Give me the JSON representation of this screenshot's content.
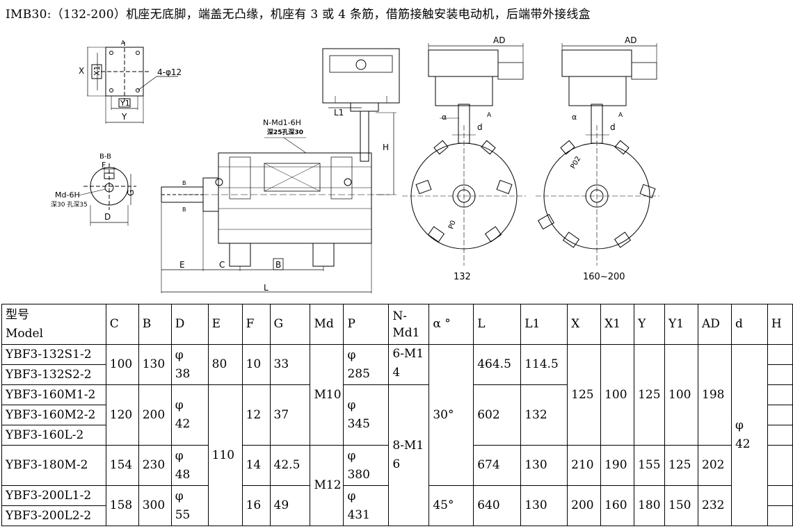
{
  "title": "IMB30:（132-200）机座无底脚，端盖无凸缘，机座有 3 或 4 条筋，借筋接触安装电动机，后端带外接线盒",
  "drawing": {
    "top_view_labels": {
      "a": "A",
      "x": "X",
      "x1": "X1",
      "y": "Y",
      "y1": "Y1",
      "holes": "4-φ12"
    },
    "section_labels": {
      "bb": "B-B",
      "f": "F",
      "g": "G",
      "d": "D",
      "md": "Md-6H",
      "depth": "深30 孔深35"
    },
    "side_labels": {
      "nmd": "N-Md1-6H",
      "depth": "深25孔深30",
      "l1": "L1",
      "h": "H",
      "e": "E",
      "c": "C",
      "b": "B",
      "l": "L",
      "b_mark": "B"
    },
    "end_labels": {
      "ad": "AD",
      "a_mark": "A",
      "alpha": "α",
      "d": "d",
      "p0": "P0",
      "p02": "P02"
    },
    "frame_132_label": "132",
    "frame_160_label": "160~200"
  },
  "table": {
    "headers": [
      "C",
      "B",
      "D",
      "E",
      "F",
      "G",
      "Md",
      "P",
      "N-Md1",
      "α °",
      "L",
      "L1",
      "X",
      "X1",
      "Y",
      "Y1",
      "AD",
      "d",
      "H"
    ],
    "model_header_cn": "型号",
    "model_header_en": "Model",
    "models": [
      "YBF3-132S1-2",
      "YBF3-132S2-2",
      "YBF3-160M1-2",
      "YBF3-160M2-2",
      "YBF3-160L-2",
      "YBF3-180M-2",
      "YBF3-200L1-2",
      "YBF3-200L2-2"
    ],
    "c": [
      "100",
      "120",
      "154",
      "158"
    ],
    "b": [
      "130",
      "200",
      "230",
      "300"
    ],
    "d": [
      [
        "φ",
        "38"
      ],
      [
        "φ",
        "42"
      ],
      [
        "φ",
        "48"
      ],
      [
        "φ",
        "55"
      ]
    ],
    "e": [
      "80",
      "110"
    ],
    "f": [
      "10",
      "12",
      "14",
      "16"
    ],
    "g": [
      "33",
      "37",
      "42.5",
      "49"
    ],
    "md": [
      "M10",
      "M12"
    ],
    "p": [
      [
        "φ",
        "285"
      ],
      [
        "φ",
        "345"
      ],
      [
        "φ",
        "380"
      ],
      [
        "φ",
        "431"
      ]
    ],
    "nmd1": [
      [
        "6-M1",
        "4"
      ],
      [
        "8-M1",
        "6"
      ]
    ],
    "alpha": [
      "30°",
      "45°"
    ],
    "l": [
      "464.5",
      "602",
      "674",
      "640"
    ],
    "l1": [
      "114.5",
      "132",
      "130",
      "130"
    ],
    "x": [
      "125",
      "210",
      "200"
    ],
    "x1": [
      "100",
      "190",
      "160"
    ],
    "y": [
      "125",
      "155",
      "180"
    ],
    "y1": [
      "100",
      "125",
      "150"
    ],
    "ad": [
      "198",
      "202",
      "232"
    ],
    "dd": [
      "φ",
      "42"
    ],
    "h": [
      "",
      "",
      "",
      "",
      "",
      "",
      "",
      ""
    ]
  }
}
